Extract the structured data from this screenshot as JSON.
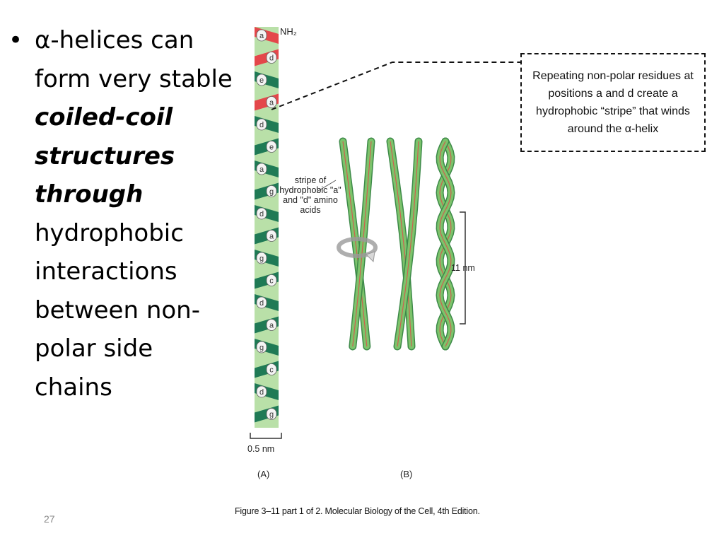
{
  "bullet": {
    "marker": "•",
    "text_1": "α-helices can form very stable ",
    "emphasis": "coiled-coil structures through",
    "text_2": " hydrophobic interactions between non-polar side chains"
  },
  "figure": {
    "nh2_label": "NH₂",
    "stripe_label": "stripe of hydrophobic \"a\" and \"d\" amino acids",
    "scale_11nm": "11 nm",
    "scale_05nm": "0.5 nm",
    "panel_a": "(A)",
    "panel_b": "(B)",
    "callout": "Repeating non-polar residues at positions a and d create a hydrophobic “stripe” that winds around the α-helix",
    "caption": "Figure 3–11 part 1 of 2. Molecular Biology of the Cell, 4th Edition.",
    "helix_letters": [
      "a",
      "d",
      "e",
      "a",
      "d",
      "e",
      "a",
      "g",
      "d",
      "a",
      "g",
      "c",
      "d",
      "a",
      "g",
      "c",
      "d",
      "g"
    ],
    "colors": {
      "helix_green": "#3fae5e",
      "helix_dark_green": "#1f7a55",
      "helix_red": "#e4474a",
      "helix_light_red": "#f4a7a1",
      "helix_light_green": "#b9e0a8",
      "fiber_green": "#7cc36b",
      "fiber_dark": "#3d8a49"
    }
  },
  "page_number": "27"
}
